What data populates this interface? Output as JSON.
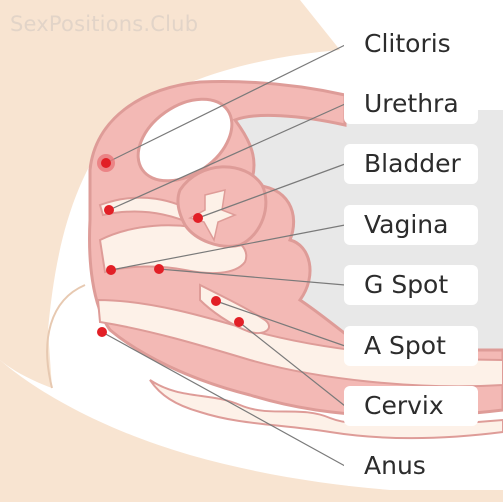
{
  "watermark": "SexPositions.Club",
  "labels": {
    "clitoris": "Clitoris",
    "urethra": "Urethra",
    "bladder": "Bladder",
    "vagina": "Vagina",
    "g_spot": "G Spot",
    "a_spot": "A Spot",
    "cervix": "Cervix",
    "anus": "Anus"
  },
  "colors": {
    "background": "#ffffff",
    "skin": "#f8e4d1",
    "tissue_outline": "#de9c98",
    "tissue_fill": "#f3b9b5",
    "inner_fill": "#fdf1e8",
    "bladder_fill": "#e8e8e8",
    "marker": "#e21f26",
    "leader_line": "#7a7a7a"
  }
}
